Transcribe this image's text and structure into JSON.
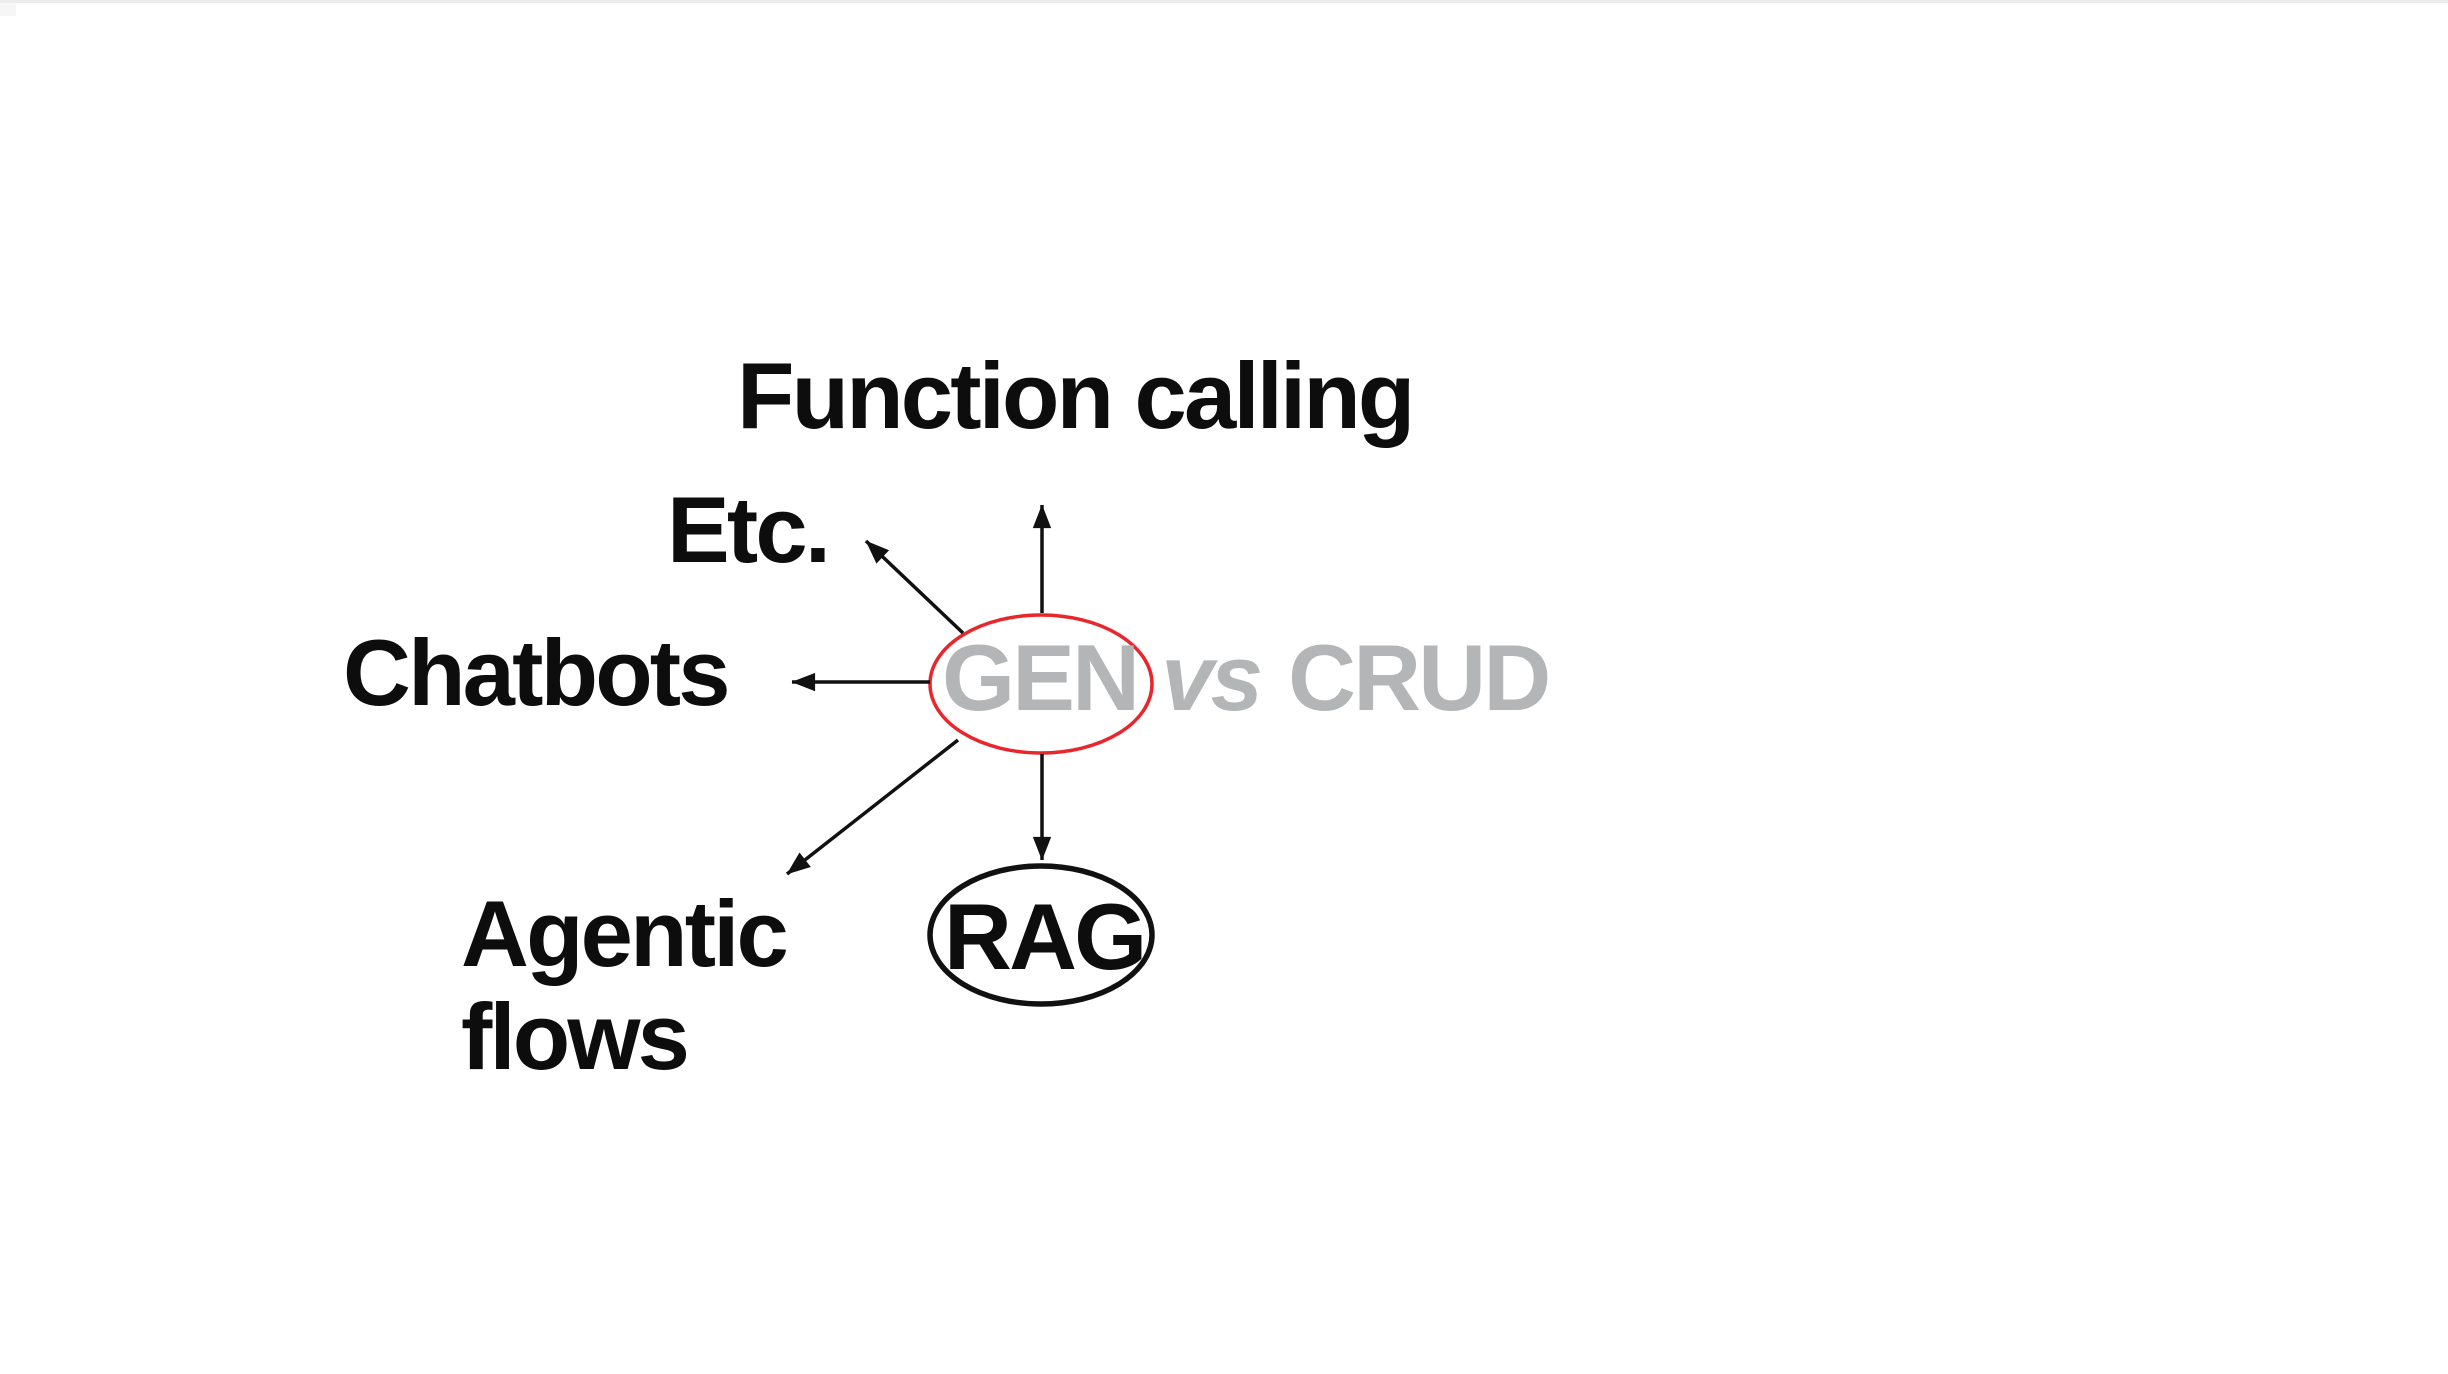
{
  "colors": {
    "background": "#ffffff",
    "text_black": "#0d0d0d",
    "text_gray": "#b3b5b6",
    "red_accent": "#e8262b",
    "line_black": "#111111",
    "top_edge_line": "#ececec"
  },
  "labels": {
    "function_calling": "Function calling",
    "etc": "Etc.",
    "chatbots": "Chatbots",
    "agentic_line1": "Agentic",
    "agentic_line2": "flows",
    "gen": "GEN",
    "vs": "vs",
    "crud": "CRUD",
    "rag": "RAG"
  },
  "diagram": {
    "type": "mind-map",
    "center_node": "GEN",
    "center_node_highlight": "red ellipse",
    "comparison_text": "GEN vs CRUD",
    "edges": [
      {
        "from": "GEN",
        "to": "Function calling",
        "direction": "up"
      },
      {
        "from": "GEN",
        "to": "Etc.",
        "direction": "up-left"
      },
      {
        "from": "GEN",
        "to": "Chatbots",
        "direction": "left"
      },
      {
        "from": "GEN",
        "to": "Agentic flows",
        "direction": "down-left"
      },
      {
        "from": "GEN",
        "to": "RAG",
        "direction": "down"
      }
    ]
  }
}
